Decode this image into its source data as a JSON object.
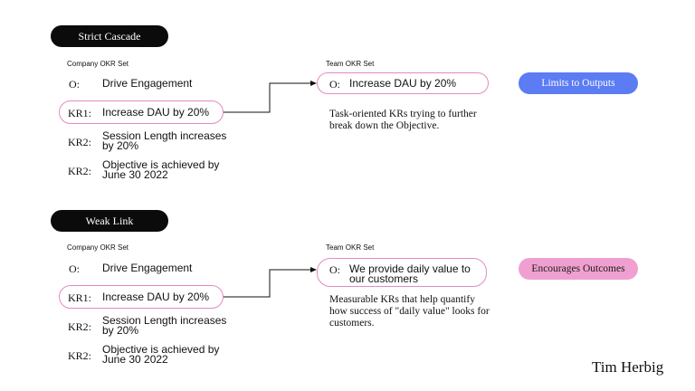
{
  "sections": [
    {
      "title": "Strict Cascade",
      "company_set_label": "Company OKR Set",
      "rows": [
        {
          "label": "O:",
          "text": "Drive Engagement"
        },
        {
          "label": "KR1:",
          "text": "Increase DAU by 20%"
        },
        {
          "label": "KR2:",
          "text": "Session Length increases by 20%"
        },
        {
          "label": "KR2:",
          "text": "Objective is achieved by June 30 2022"
        }
      ],
      "team_set_label": "Team OKR Set",
      "team_objective": {
        "label": "O:",
        "text": "Increase DAU by 20%"
      },
      "description": "Task-oriented KRs trying to further break down the Objective.",
      "tag": "Limits to Outputs",
      "tag_color": "#5b7cf2"
    },
    {
      "title": "Weak Link",
      "company_set_label": "Company OKR Set",
      "rows": [
        {
          "label": "O:",
          "text": "Drive Engagement"
        },
        {
          "label": "KR1:",
          "text": "Increase DAU by 20%"
        },
        {
          "label": "KR2:",
          "text": "Session Length increases by 20%"
        },
        {
          "label": "KR2:",
          "text": "Objective is achieved by June 30 2022"
        }
      ],
      "team_set_label": "Team OKR Set",
      "team_objective": {
        "label": "O:",
        "text": "We provide daily value to our customers"
      },
      "description": "Measurable KRs that help quantify how success of \"daily value\" looks for customers.",
      "tag": "Encourages Outcomes",
      "tag_color": "#f0a0d0"
    }
  ],
  "author": "Tim Herbig",
  "colors": {
    "highlight_border": "#e58ac0",
    "pill": "#0b0b0b"
  }
}
